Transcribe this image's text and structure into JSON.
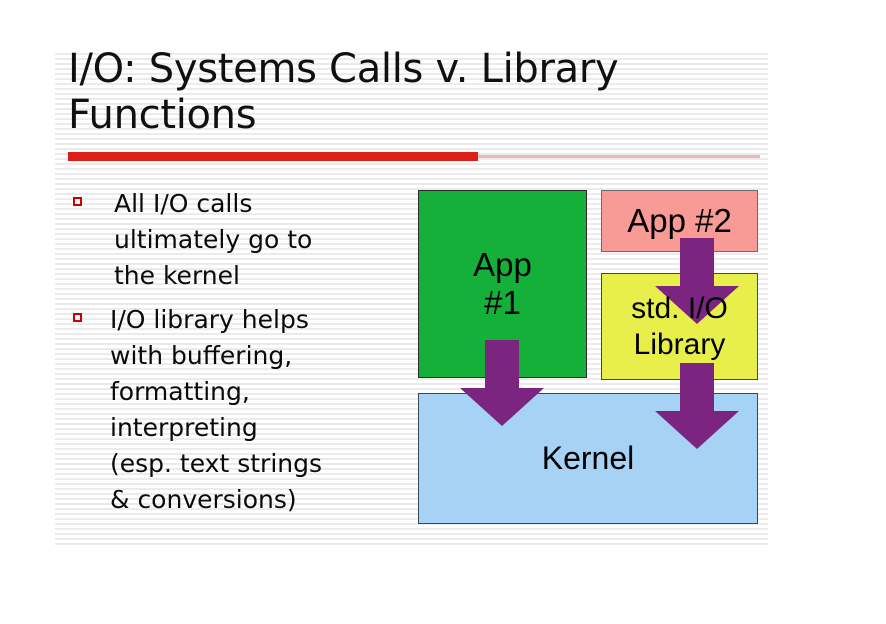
{
  "slide": {
    "title": "I/O: Systems Calls v. Library Functions",
    "accent_color": "#dd1f19",
    "accent_color_light": "#f0b8b4",
    "bullet_marker_color": "#cc0000",
    "bullets": [
      "All I/O calls\nultimately go to\nthe kernel",
      "I/O library helps\nwith buffering,\n formatting,\ninterpreting\n (esp. text strings\n & conversions)"
    ]
  },
  "diagram": {
    "boxes": [
      {
        "id": "app1",
        "label": "App\n#1",
        "color": "#14b03a"
      },
      {
        "id": "app2",
        "label": "App #2",
        "color": "#f89a96"
      },
      {
        "id": "stdio",
        "label": "std. I/O\nLibrary",
        "color": "#e8ef4a"
      },
      {
        "id": "kernel",
        "label": "Kernel",
        "color": "#a5d2f5"
      }
    ],
    "arrows": [
      {
        "id": "app1-to-kernel",
        "from": "app1",
        "to": "kernel",
        "direction": "down",
        "color": "#7b2480"
      },
      {
        "id": "app2-to-stdio",
        "from": "app2",
        "to": "stdio",
        "direction": "down",
        "color": "#7b2480"
      },
      {
        "id": "stdio-to-kernel",
        "from": "stdio",
        "to": "kernel",
        "direction": "down",
        "color": "#7b2480"
      }
    ],
    "arrow_color": "#7b2480"
  }
}
